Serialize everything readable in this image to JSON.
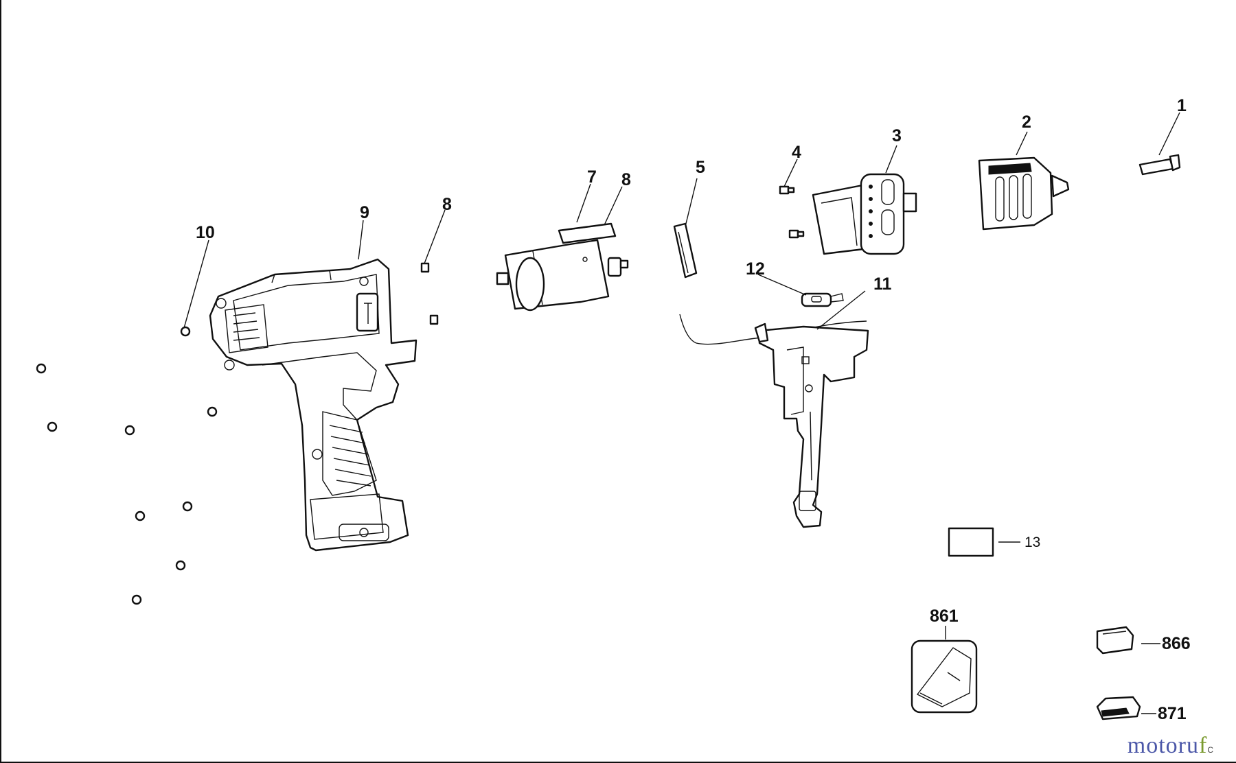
{
  "callouts": {
    "p1": "1",
    "p2": "2",
    "p3": "3",
    "p4": "4",
    "p5": "5",
    "p7": "7",
    "p8a": "8",
    "p8b": "8",
    "p9": "9",
    "p10": "10",
    "p11": "11",
    "p12": "12",
    "p13": "13",
    "p861": "861",
    "p866": "866",
    "p871": "871"
  },
  "watermark": {
    "part_a": "motoru",
    "part_b": "f",
    "part_c": "C"
  }
}
